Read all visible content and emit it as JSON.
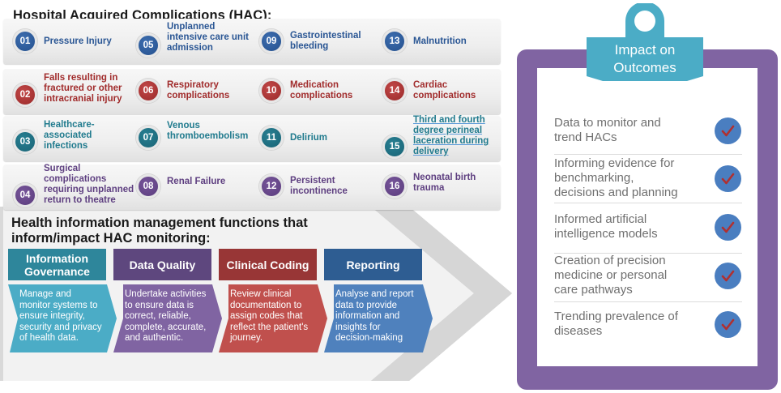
{
  "hac": {
    "title": "Hospital Acquired Complications (HAC):",
    "items": [
      {
        "num": "01",
        "label": "Pressure Injury",
        "color": "blue"
      },
      {
        "num": "05",
        "label": "Unplanned\nintensive care unit\nadmission",
        "color": "blue"
      },
      {
        "num": "09",
        "label": "Gastrointestinal\nbleeding",
        "color": "blue"
      },
      {
        "num": "13",
        "label": "Malnutrition",
        "color": "blue"
      },
      {
        "num": "02",
        "label": "Falls resulting in\nfractured or other\nintracranial injury",
        "color": "red"
      },
      {
        "num": "06",
        "label": "Respiratory\ncomplications",
        "color": "red"
      },
      {
        "num": "10",
        "label": "Medication\ncomplications",
        "color": "red"
      },
      {
        "num": "14",
        "label": "Cardiac\ncomplications",
        "color": "red"
      },
      {
        "num": "03",
        "label": "Healthcare-\nassociated\ninfections",
        "color": "teal"
      },
      {
        "num": "07",
        "label": "Venous\nthromboembolism",
        "color": "teal"
      },
      {
        "num": "11",
        "label": "Delirium",
        "color": "teal"
      },
      {
        "num": "15",
        "label": "Third and fourth\ndegree perineal\nlaceration during\ndelivery",
        "color": "teal"
      },
      {
        "num": "04",
        "label": "Surgical\ncomplications\nrequiring unplanned\nreturn to theatre",
        "color": "purple"
      },
      {
        "num": "08",
        "label": "Renal Failure",
        "color": "purple"
      },
      {
        "num": "12",
        "label": "Persistent\nincontinence",
        "color": "purple"
      },
      {
        "num": "16",
        "label": "Neonatal birth\ntrauma",
        "color": "purple"
      }
    ]
  },
  "him": {
    "title": "Health information management functions that\ninform/impact HAC monitoring:",
    "functions": [
      {
        "name": "Information\nGovernance",
        "description": " Manage and\nmonitor systems to\nensure integrity,\nsecurity and privacy\nof health data.",
        "head_color": "#2e869b",
        "body_color": "#4bacc6"
      },
      {
        "name": "Data Quality",
        "description": "Undertake activities\nto ensure data is\ncorrect, reliable,\ncomplete, accurate,\nand authentic.",
        "head_color": "#5e477e",
        "body_color": "#8064a2"
      },
      {
        "name": "Clinical Coding",
        "description": "Review clinical\ndocumentation to\nassign codes that\nreflect the patient's\njourney.",
        "head_color": "#983636",
        "body_color": "#c0504d"
      },
      {
        "name": "Reporting",
        "description": "Analyse and report\ndata to provide\ninformation and\ninsights for\ndecision-making",
        "head_color": "#2e5d92",
        "body_color": "#4f81bd"
      }
    ]
  },
  "outcomes": {
    "title": "Impact on\nOutcomes",
    "items": [
      {
        "text": "Data to monitor and\ntrend HACs",
        "checked": true
      },
      {
        "text": "Informing evidence for\nbenchmarking,\ndecisions and planning",
        "checked": true
      },
      {
        "text": "Informed artificial\nintelligence models",
        "checked": true
      },
      {
        "text": "Creation of precision\nmedicine or personal\ncare pathways",
        "checked": true
      },
      {
        "text": "Trending prevalence of\ndiseases",
        "checked": true
      }
    ]
  },
  "colors": {
    "clipboard": "#8064a2",
    "clip_tab": "#4bacc6",
    "check_circle": "#4a7ec0",
    "check_mark": "#b03030",
    "chevron_bg": "#f2f2f2",
    "chevron_edge": "#d8d8d8"
  }
}
